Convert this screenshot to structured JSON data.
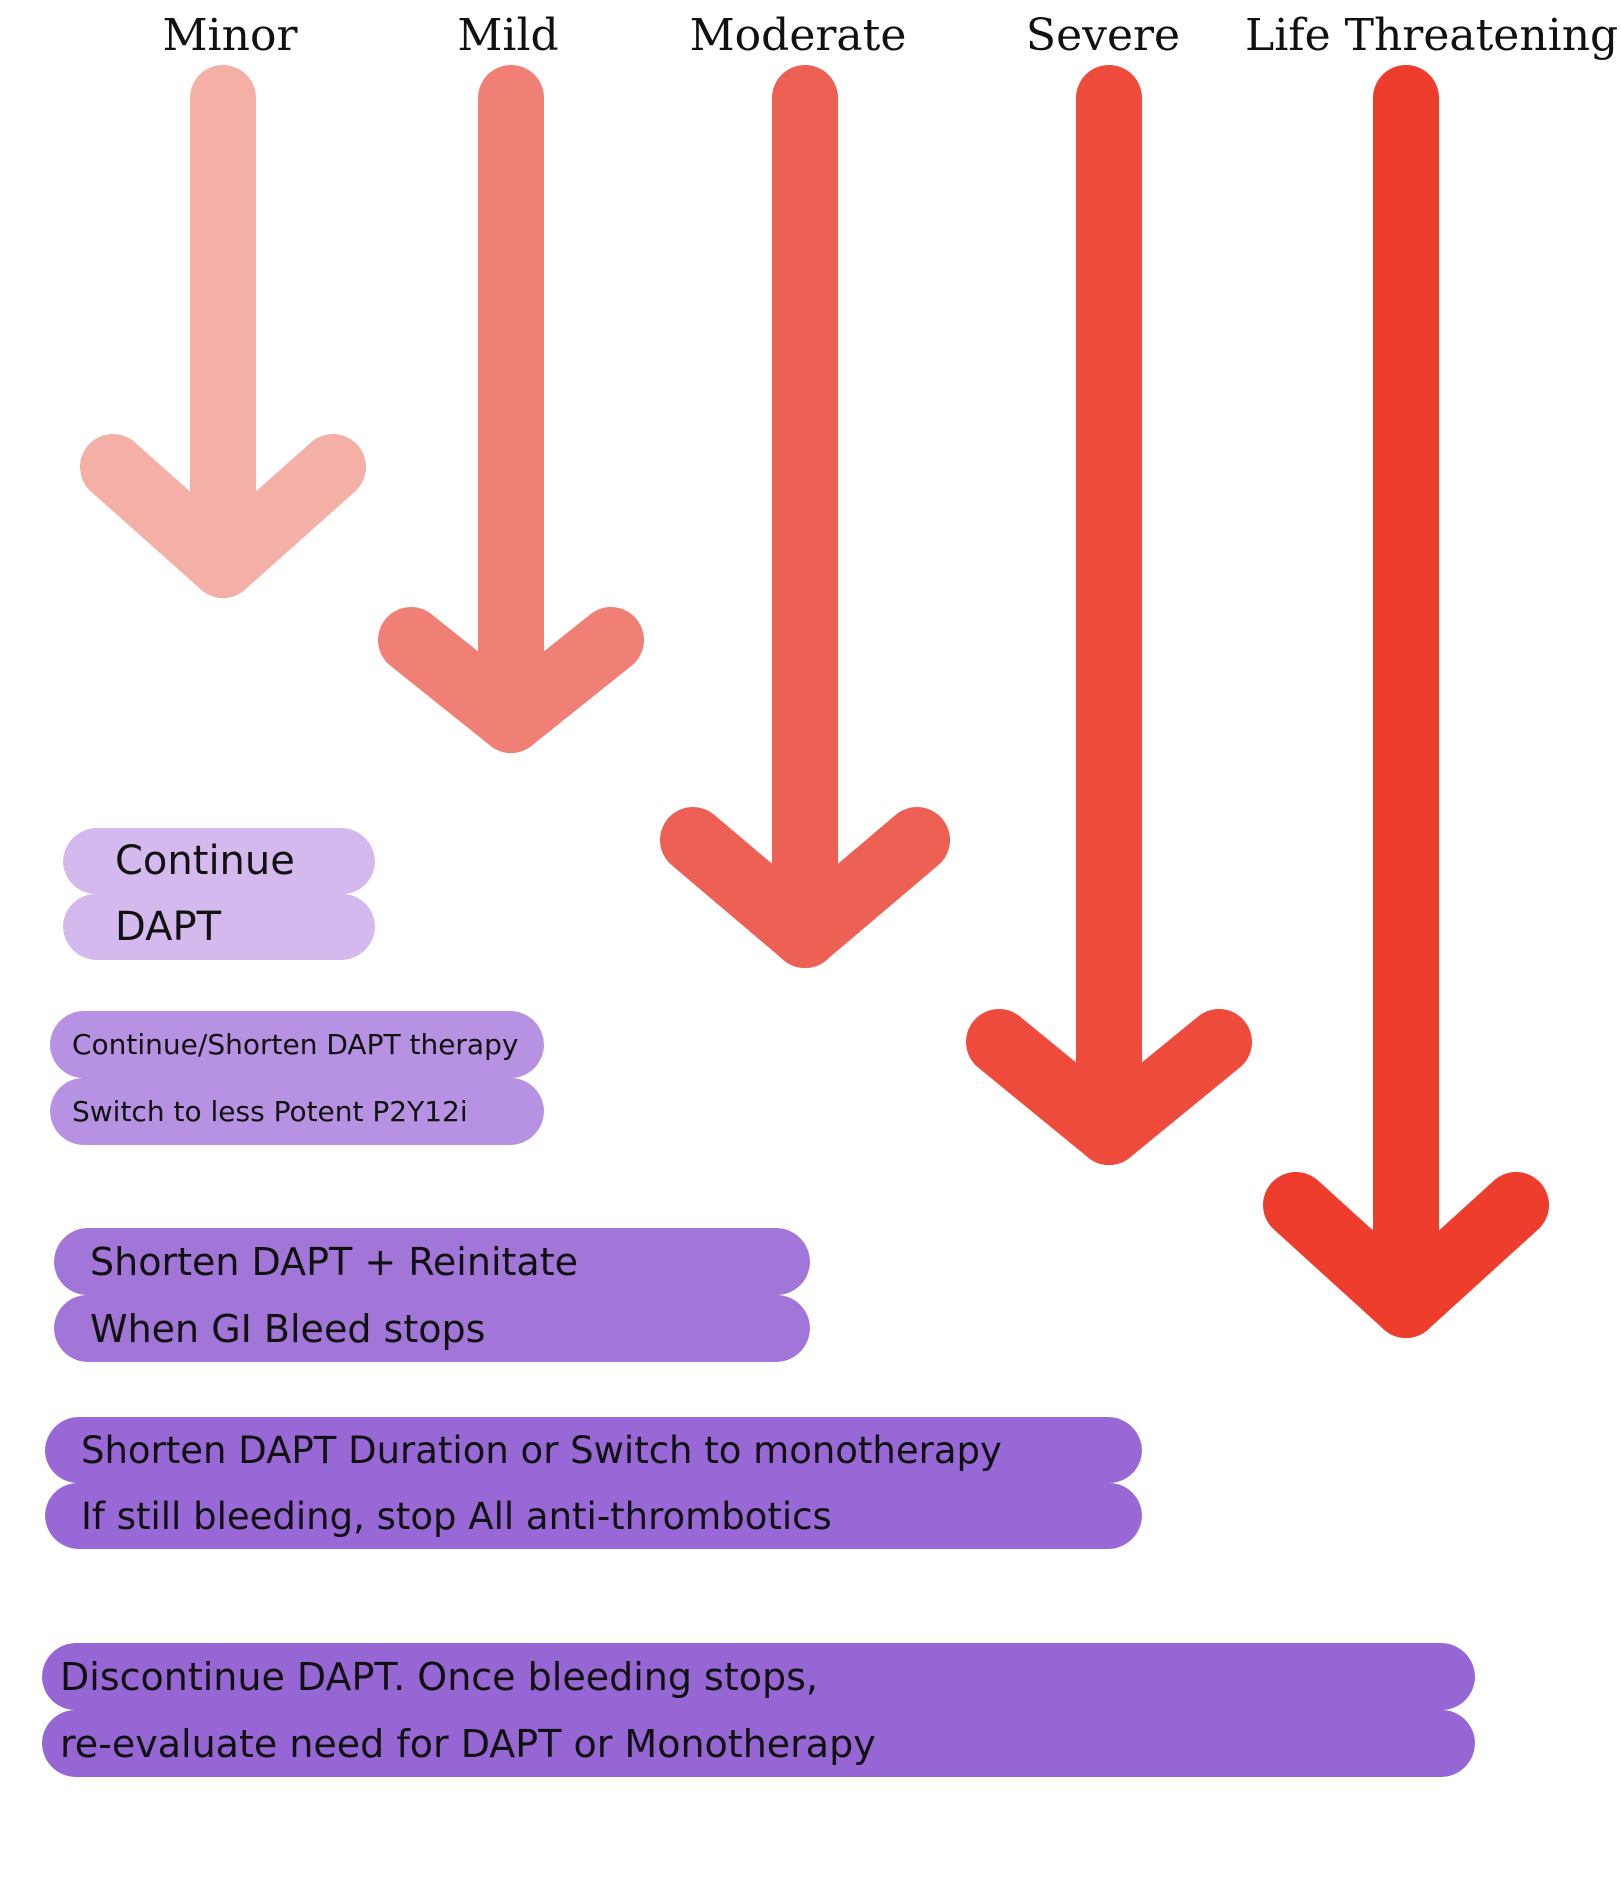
{
  "severities": [
    {
      "label": "Minor",
      "color": "#F29A8E",
      "opacity": 0.78
    },
    {
      "label": "Mild",
      "color": "#EF6F62",
      "opacity": 0.88
    },
    {
      "label": "Moderate",
      "color": "#EC5447",
      "opacity": 0.92
    },
    {
      "label": "Severe",
      "color": "#EE4436",
      "opacity": 0.96
    },
    {
      "label": "Life Threatening",
      "color": "#EE3C2D",
      "opacity": 1.0
    }
  ],
  "recommendations": [
    {
      "line1": "Continue",
      "line2": "DAPT",
      "color": "#D3B9EE"
    },
    {
      "line1": "Continue/Shorten DAPT therapy",
      "line2": "Switch to less Potent P2Y12i",
      "color": "#B792E2"
    },
    {
      "line1": "Shorten DAPT + Reinitate",
      "line2": "When GI Bleed stops",
      "color": "#A176D8"
    },
    {
      "line1": "Shorten DAPT Duration or Switch to monotherapy",
      "line2": "If still bleeding, stop All anti-thrombotics",
      "color": "#9868D6"
    },
    {
      "line1": "Discontinue DAPT. Once bleeding stops,",
      "line2": "re-evaluate need for DAPT or Monotherapy",
      "color": "#9666D4"
    }
  ]
}
